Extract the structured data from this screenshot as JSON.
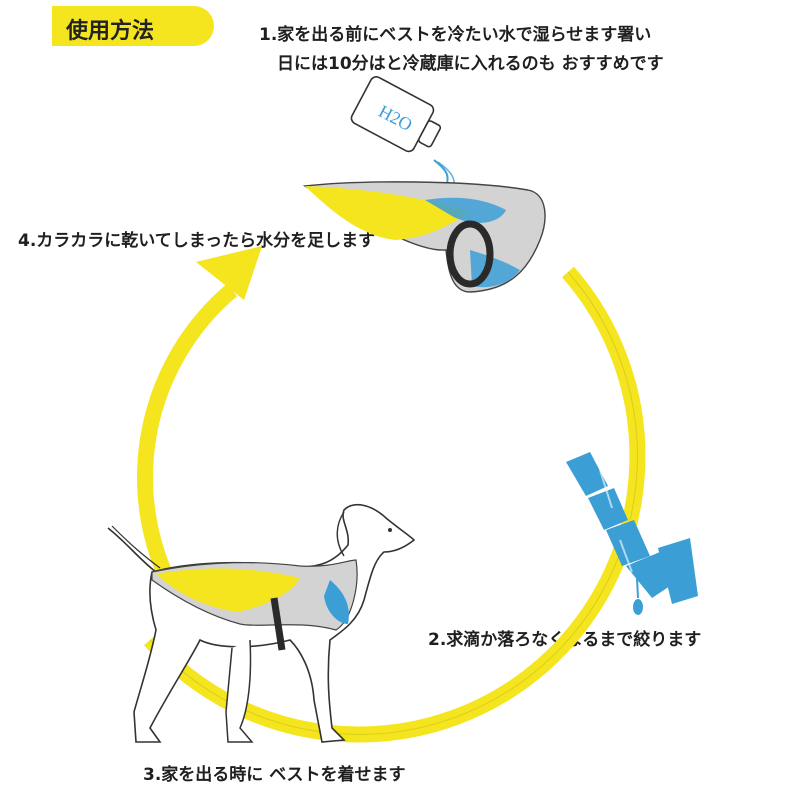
{
  "header": {
    "title": "使用方法"
  },
  "steps": {
    "step1_line1": "1.家を出る前にベストを冷たい水で湿らせます署い",
    "step1_line2": "日には10分はと冷蔵庫に入れるのも おすすめです",
    "step2": "2.求滴か落ろなくなるまで絞ります",
    "step3": "3.家を出る時に ベストを着せます",
    "step4": "4.カラカラに乾いてしまったら水分を足します"
  },
  "bottle": {
    "label": "H2O"
  },
  "colors": {
    "accent_yellow": "#f5e51e",
    "water_blue": "#3b9fd6",
    "vest_gray": "#cfcfcf",
    "harness_dark": "#2a2a2a"
  },
  "icons": [
    "water-bottle-icon",
    "vest-icon",
    "wrung-vest-icon",
    "dog-icon",
    "arrow-head-icon"
  ]
}
